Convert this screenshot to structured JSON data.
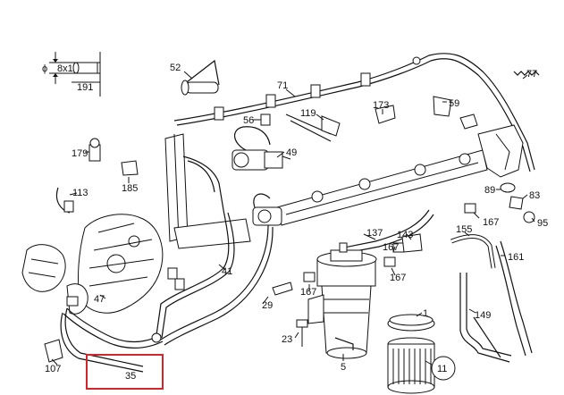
{
  "diagram": {
    "legend_dim": "8x1",
    "legend_symbol": "ϕ",
    "highlight_color": "#d0262c",
    "labels": {
      "p191": "191",
      "p52": "52",
      "p71": "71",
      "p77": "77",
      "p56": "56",
      "p119": "119",
      "p173": "173",
      "p59": "59",
      "p49": "49",
      "p179": "179",
      "p185": "185",
      "p113": "113",
      "p89": "89",
      "p83": "83",
      "p167a": "167",
      "p95": "95",
      "p137": "137",
      "p143": "143",
      "p155": "155",
      "p167b": "167",
      "p161": "161",
      "p167c": "167",
      "p41": "41",
      "p47": "47",
      "p29": "29",
      "p167d": "167",
      "p1": "1",
      "p149": "149",
      "p23": "23",
      "p107": "107",
      "p35": "35",
      "p5": "5",
      "p11": "11"
    }
  }
}
